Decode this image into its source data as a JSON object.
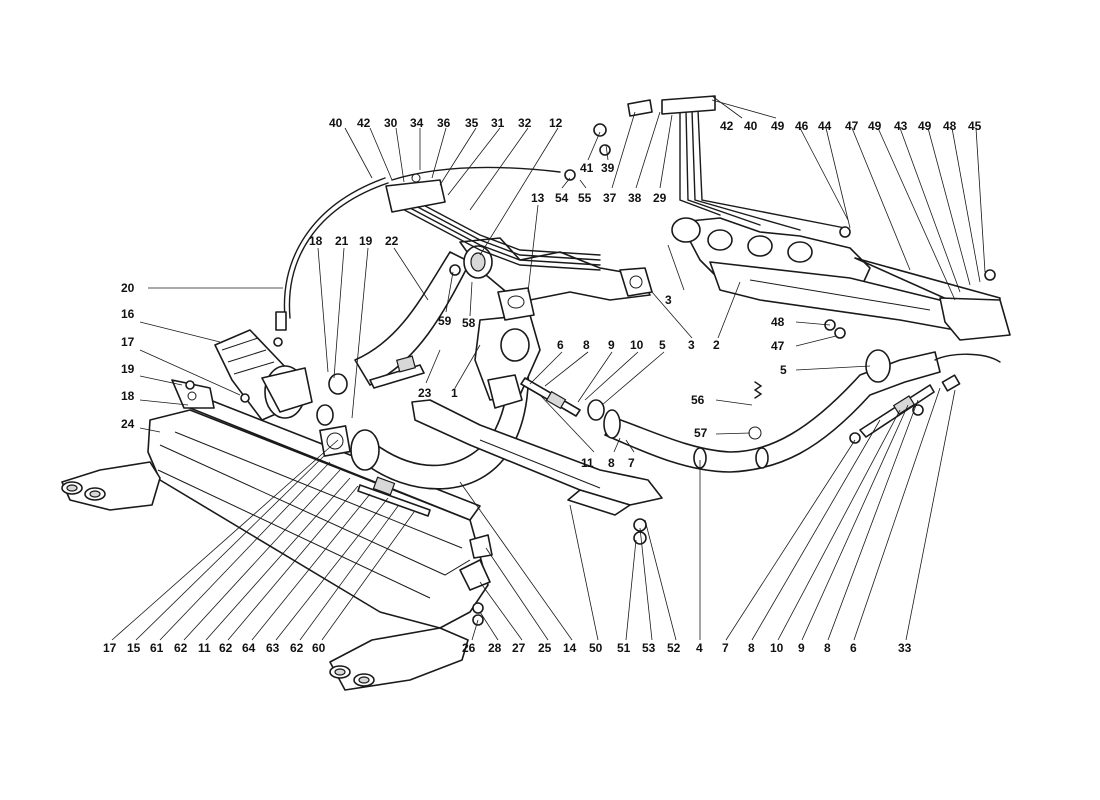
{
  "diagram": {
    "callouts": [
      {
        "id": "c1",
        "text": "40"
      },
      {
        "id": "c2",
        "text": "42"
      },
      {
        "id": "c3",
        "text": "30"
      },
      {
        "id": "c4",
        "text": "34"
      },
      {
        "id": "c5",
        "text": "36"
      },
      {
        "id": "c6",
        "text": "35"
      },
      {
        "id": "c7",
        "text": "31"
      },
      {
        "id": "c8",
        "text": "32"
      },
      {
        "id": "c9",
        "text": "12"
      },
      {
        "id": "c10",
        "text": "41"
      },
      {
        "id": "c11",
        "text": "39"
      },
      {
        "id": "c12",
        "text": "54"
      },
      {
        "id": "c13",
        "text": "55"
      },
      {
        "id": "c14",
        "text": "37"
      },
      {
        "id": "c15",
        "text": "38"
      },
      {
        "id": "c16",
        "text": "29"
      },
      {
        "id": "c17",
        "text": "42"
      },
      {
        "id": "c18",
        "text": "40"
      },
      {
        "id": "c19",
        "text": "49"
      },
      {
        "id": "c20",
        "text": "46"
      },
      {
        "id": "c21",
        "text": "44"
      },
      {
        "id": "c22",
        "text": "47"
      },
      {
        "id": "c23",
        "text": "49"
      },
      {
        "id": "c24",
        "text": "43"
      },
      {
        "id": "c25",
        "text": "49"
      },
      {
        "id": "c26",
        "text": "48"
      },
      {
        "id": "c27",
        "text": "45"
      },
      {
        "id": "c28",
        "text": "13"
      },
      {
        "id": "c29",
        "text": "18"
      },
      {
        "id": "c30",
        "text": "21"
      },
      {
        "id": "c31",
        "text": "19"
      },
      {
        "id": "c32",
        "text": "22"
      },
      {
        "id": "c33",
        "text": "20"
      },
      {
        "id": "c34",
        "text": "16"
      },
      {
        "id": "c35",
        "text": "17"
      },
      {
        "id": "c36",
        "text": "19"
      },
      {
        "id": "c37",
        "text": "18"
      },
      {
        "id": "c38",
        "text": "24"
      },
      {
        "id": "c39",
        "text": "59"
      },
      {
        "id": "c40",
        "text": "58"
      },
      {
        "id": "c41",
        "text": "23"
      },
      {
        "id": "c42",
        "text": "1"
      },
      {
        "id": "c43",
        "text": "6"
      },
      {
        "id": "c44",
        "text": "8"
      },
      {
        "id": "c45",
        "text": "9"
      },
      {
        "id": "c46",
        "text": "10"
      },
      {
        "id": "c47",
        "text": "5"
      },
      {
        "id": "c48",
        "text": "3"
      },
      {
        "id": "c49",
        "text": "2"
      },
      {
        "id": "c50",
        "text": "48"
      },
      {
        "id": "c51",
        "text": "47"
      },
      {
        "id": "c52",
        "text": "5"
      },
      {
        "id": "c53",
        "text": "56"
      },
      {
        "id": "c54",
        "text": "57"
      },
      {
        "id": "c55",
        "text": "11"
      },
      {
        "id": "c56",
        "text": "8"
      },
      {
        "id": "c57",
        "text": "7"
      },
      {
        "id": "c58",
        "text": "3"
      },
      {
        "id": "b1",
        "text": "17"
      },
      {
        "id": "b2",
        "text": "15"
      },
      {
        "id": "b3",
        "text": "61"
      },
      {
        "id": "b4",
        "text": "62"
      },
      {
        "id": "b5",
        "text": "11"
      },
      {
        "id": "b6",
        "text": "62"
      },
      {
        "id": "b7",
        "text": "64"
      },
      {
        "id": "b8",
        "text": "63"
      },
      {
        "id": "b9",
        "text": "62"
      },
      {
        "id": "b10",
        "text": "60"
      },
      {
        "id": "b11",
        "text": "26"
      },
      {
        "id": "b12",
        "text": "28"
      },
      {
        "id": "b13",
        "text": "27"
      },
      {
        "id": "b14",
        "text": "25"
      },
      {
        "id": "b15",
        "text": "14"
      },
      {
        "id": "b16",
        "text": "50"
      },
      {
        "id": "b17",
        "text": "51"
      },
      {
        "id": "b18",
        "text": "53"
      },
      {
        "id": "b19",
        "text": "52"
      },
      {
        "id": "b20",
        "text": "4"
      },
      {
        "id": "b21",
        "text": "7"
      },
      {
        "id": "b22",
        "text": "8"
      },
      {
        "id": "b23",
        "text": "10"
      },
      {
        "id": "b24",
        "text": "9"
      },
      {
        "id": "b25",
        "text": "8"
      },
      {
        "id": "b26",
        "text": "6"
      },
      {
        "id": "b27",
        "text": "33"
      }
    ]
  }
}
